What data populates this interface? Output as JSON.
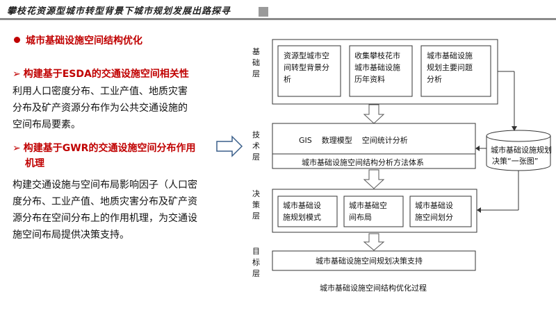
{
  "header": {
    "title": "攀枝花资源型城市转型背景下城市规划发展出路探寻"
  },
  "left_panel": {
    "section_title": "城市基础设施空间结构优化",
    "heading1": "构建基于ESDA的交通设施空间相关性",
    "para1_lines": [
      "利用人口密度分布、工业产值、地质灾害",
      "分布及矿产资源分布作为公共交通设施的",
      "空间布局要素。"
    ],
    "heading2_lines": [
      "构建基于GWR的交通设施空间分布作用",
      "机理"
    ],
    "para2_lines": [
      "构建交通设施与空间布局影响因子（人口密",
      "度分布、工业产值、地质灾害分布及矿产资",
      "源分布在空间分布上的作用机理，为交通设",
      "施空间布局提供决策支持。"
    ]
  },
  "diagram": {
    "layers": {
      "base": [
        "基",
        "础",
        "层"
      ],
      "tech": [
        "技",
        "术",
        "层"
      ],
      "decision": [
        "决",
        "策",
        "层"
      ],
      "target": [
        "目",
        "标",
        "层"
      ]
    },
    "base_boxes": [
      [
        "资源型城市空",
        "间转型背景分",
        "析"
      ],
      [
        "收集攀枝花市",
        "城市基础设施",
        "历年资料"
      ],
      [
        "城市基础设施",
        "规划主要问题",
        "分析"
      ]
    ],
    "tech_methods": "GIS    数理模型    空间统计分析",
    "tech_system": "城市基础设施空间结构分析方法体系",
    "database_lines": [
      "城市基础设施规划",
      "决策“一张图”"
    ],
    "decision_boxes": [
      [
        "城市基础设",
        "施规划模式"
      ],
      [
        "城市基础空",
        "间布局"
      ],
      [
        "城市基础设",
        "施空间划分"
      ]
    ],
    "target_text": "城市基础设施空间规划决策支持",
    "caption": "城市基础设施空间结构优化过程"
  }
}
